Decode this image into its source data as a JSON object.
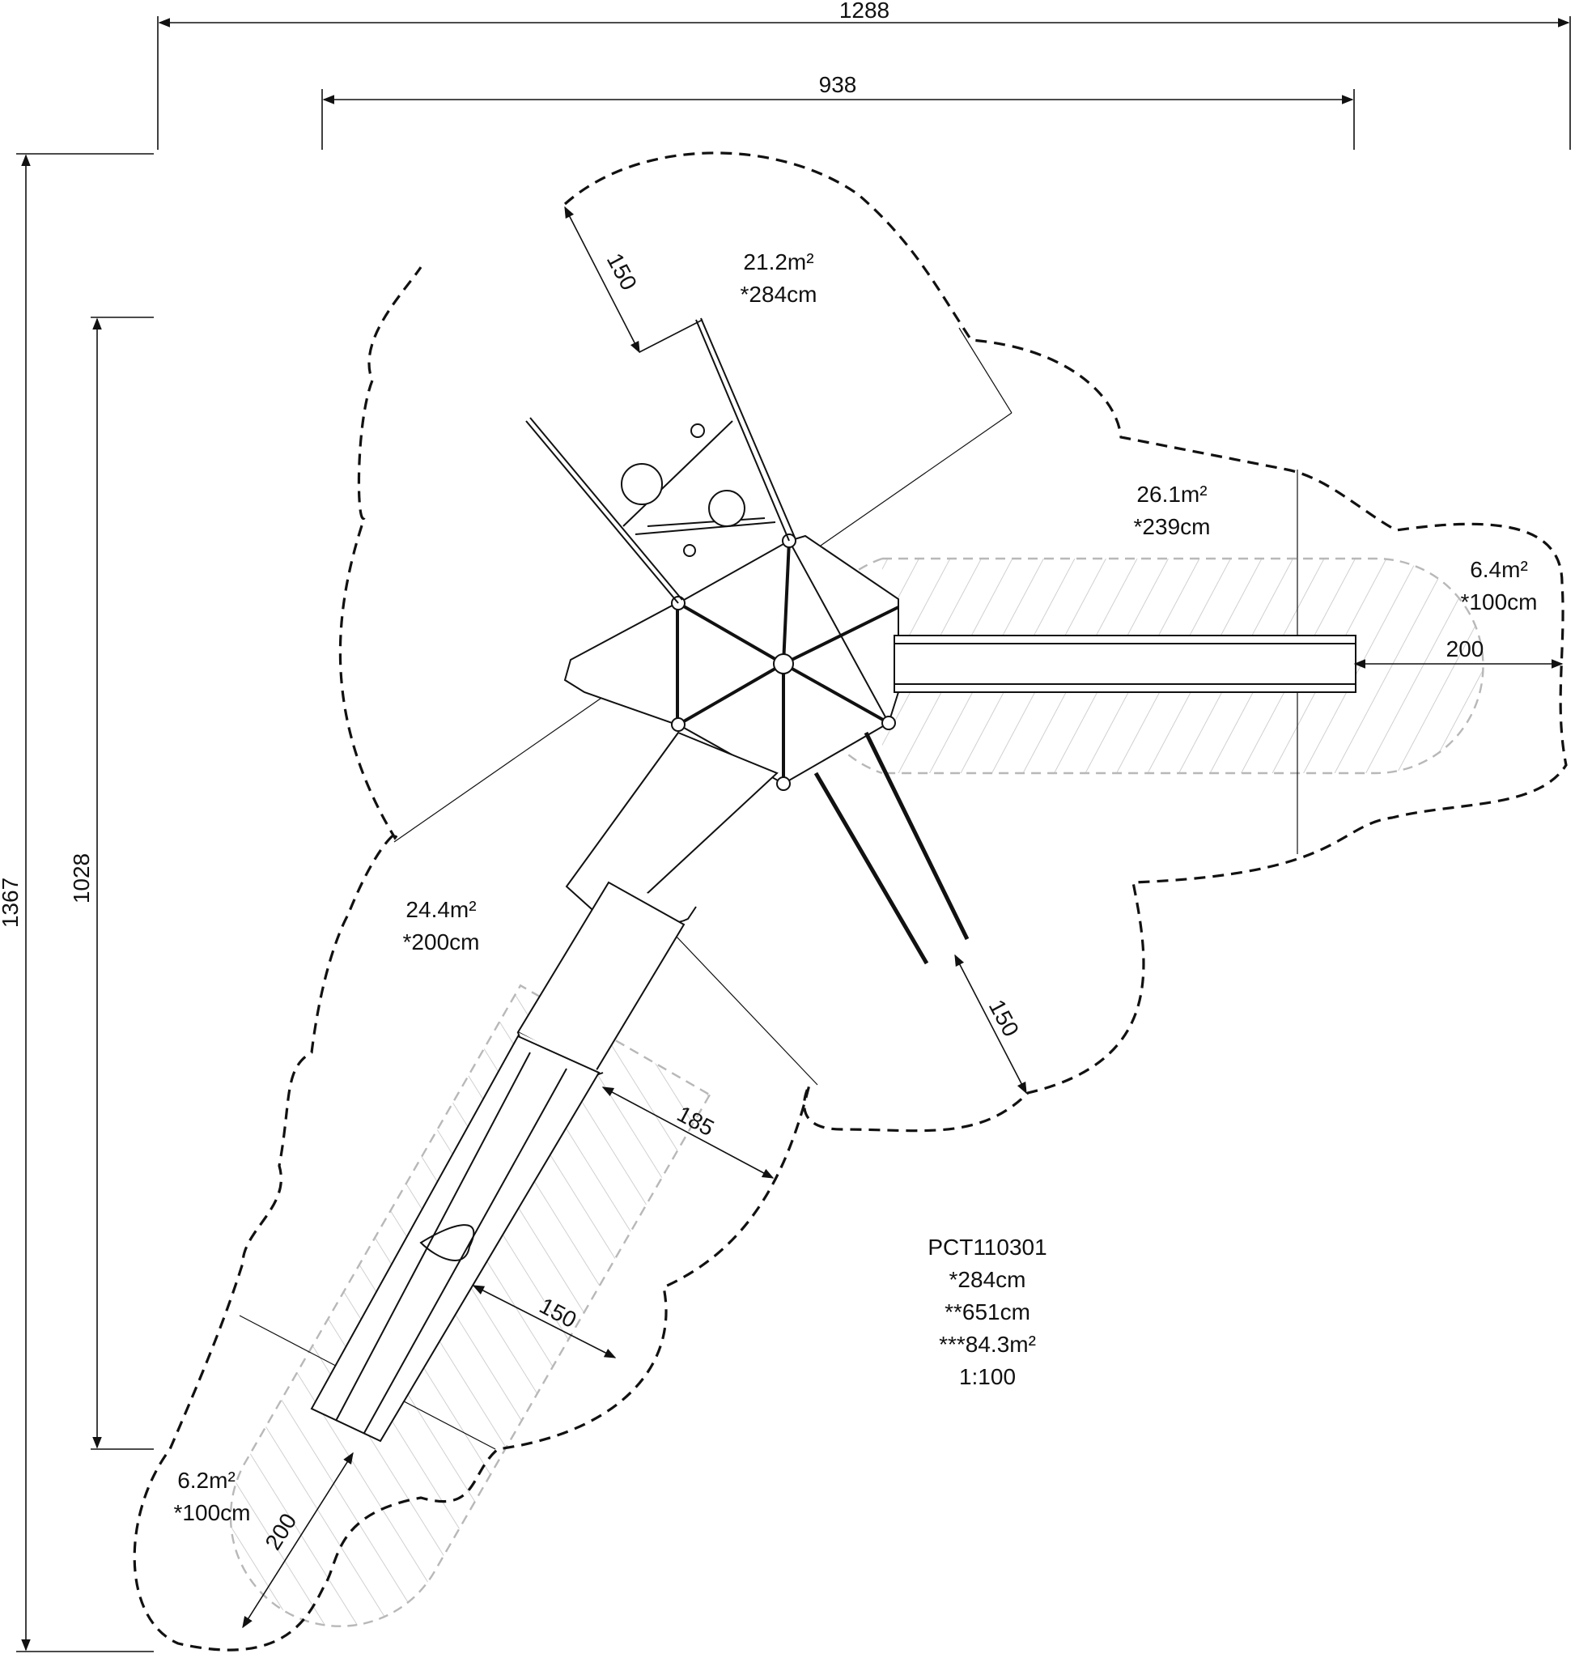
{
  "dimensions": {
    "overall_width": "1288",
    "inner_width": "938",
    "overall_height": "1367",
    "inner_height": "1028",
    "top_clearance": "150",
    "right_slide_exit": "200",
    "right_clearance": "150",
    "bottom_slide_side": "185",
    "bottom_slide_clearance": "150",
    "bottom_slide_exit": "200"
  },
  "zones": {
    "top": {
      "area": "21.2m²",
      "height": "*284cm"
    },
    "right": {
      "area": "26.1m²",
      "height": "*239cm"
    },
    "right_slide": {
      "area": "6.4m²",
      "height": "*100cm"
    },
    "left": {
      "area": "24.4m²",
      "height": "*200cm"
    },
    "bottom_slide": {
      "area": "6.2m²",
      "height": "*100cm"
    }
  },
  "info": {
    "product_code": "PCT110301",
    "max_fall_height": "*284cm",
    "max_length": "**651cm",
    "safety_area": "***84.3m²",
    "scale": "1:100"
  }
}
